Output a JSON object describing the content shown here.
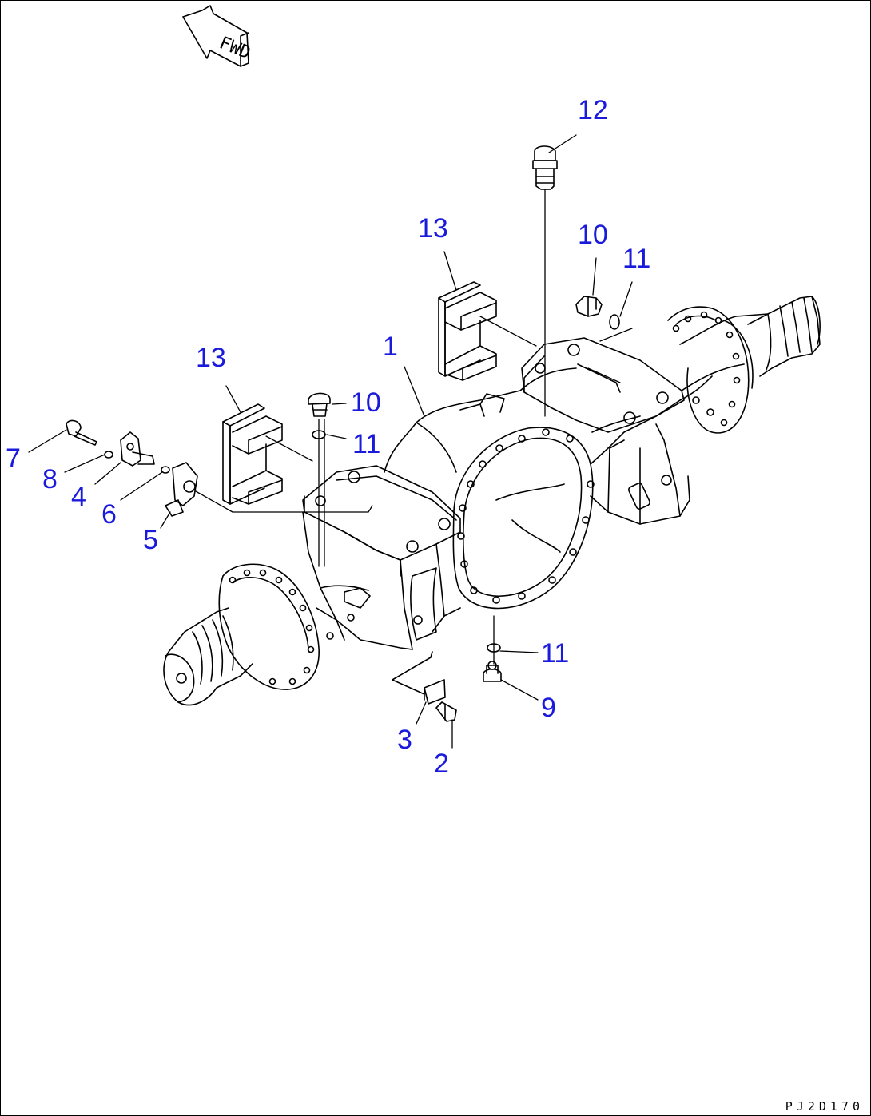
{
  "drawing": {
    "fwd_label": "FWD",
    "code": "PJ2D170",
    "colors": {
      "callout": "#1a1adc",
      "line": "#000000",
      "background": "#ffffff"
    },
    "callouts": [
      {
        "id": "c12",
        "label": "12"
      },
      {
        "id": "c13a",
        "label": "13"
      },
      {
        "id": "c10a",
        "label": "10"
      },
      {
        "id": "c11a",
        "label": "11"
      },
      {
        "id": "c1",
        "label": "1"
      },
      {
        "id": "c13b",
        "label": "13"
      },
      {
        "id": "c10b",
        "label": "10"
      },
      {
        "id": "c11b",
        "label": "11"
      },
      {
        "id": "c7",
        "label": "7"
      },
      {
        "id": "c8",
        "label": "8"
      },
      {
        "id": "c4",
        "label": "4"
      },
      {
        "id": "c6",
        "label": "6"
      },
      {
        "id": "c5",
        "label": "5"
      },
      {
        "id": "c11c",
        "label": "11"
      },
      {
        "id": "c9",
        "label": "9"
      },
      {
        "id": "c3",
        "label": "3"
      },
      {
        "id": "c2",
        "label": "2"
      }
    ]
  }
}
